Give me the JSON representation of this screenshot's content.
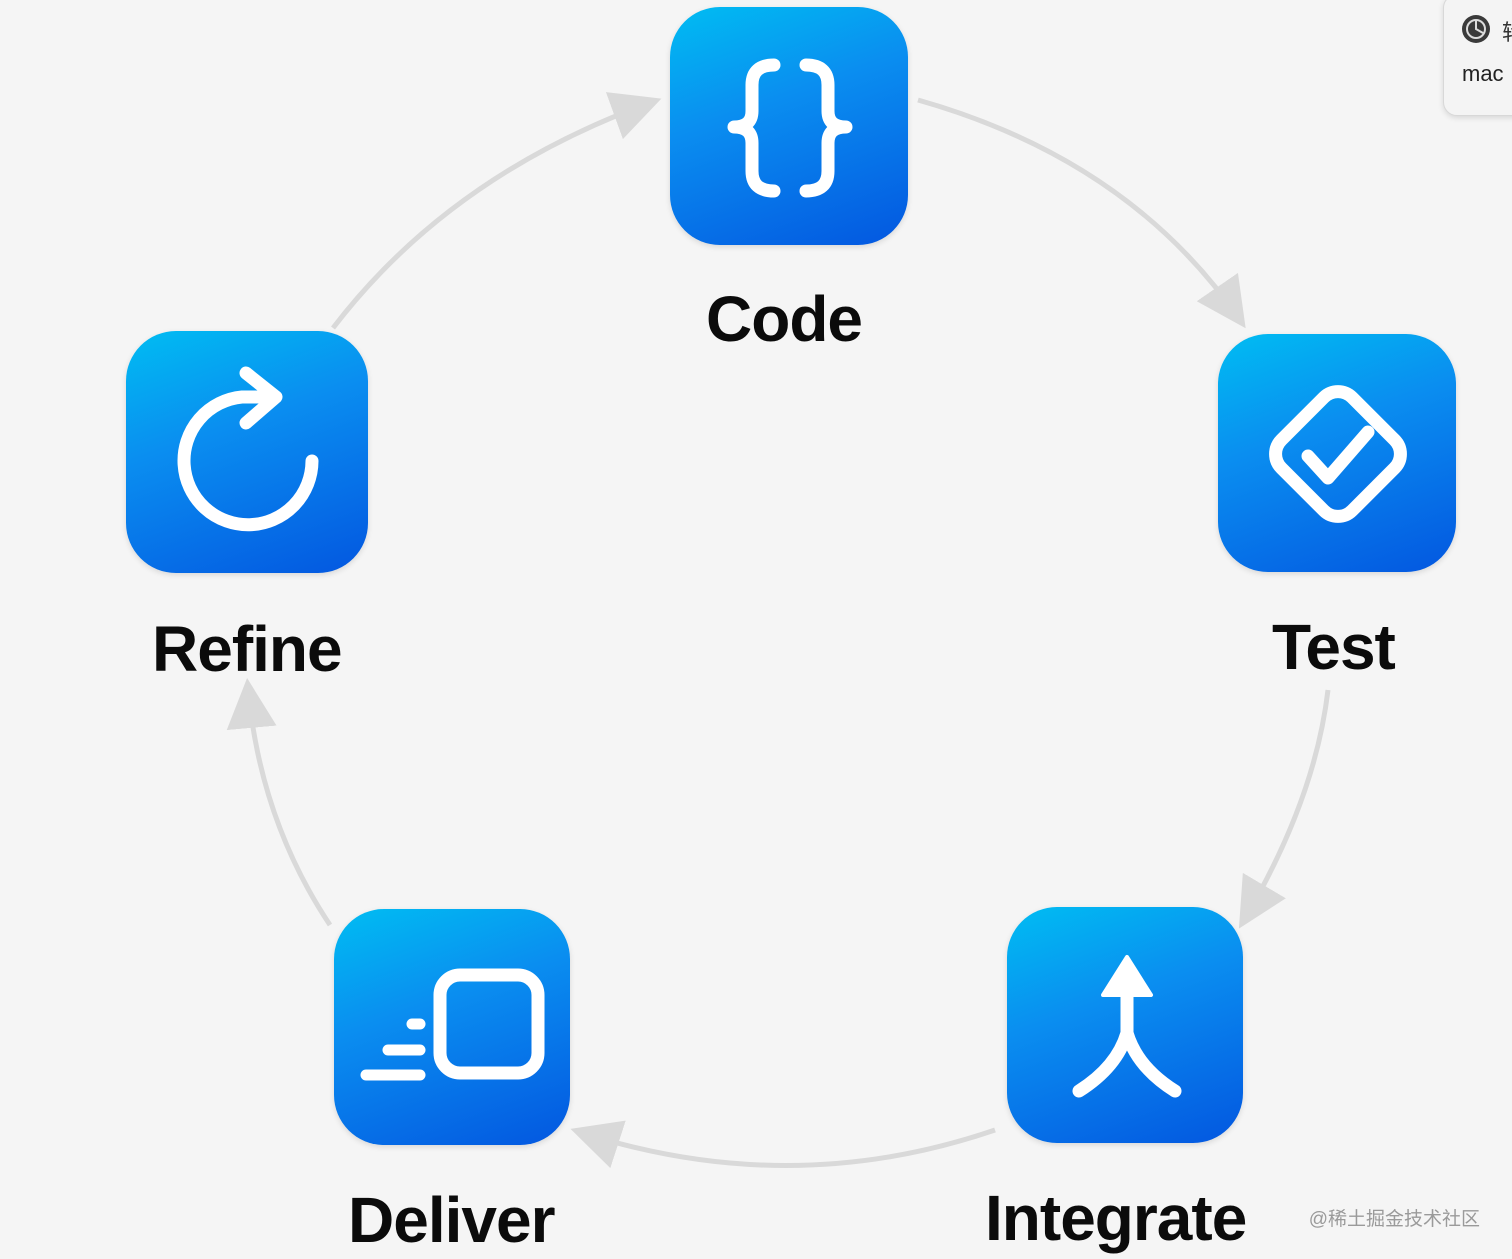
{
  "diagram": {
    "steps": [
      {
        "label": "Code",
        "icon": "curly-braces-icon"
      },
      {
        "label": "Test",
        "icon": "checkmark-diamond-icon"
      },
      {
        "label": "Integrate",
        "icon": "merge-arrow-icon"
      },
      {
        "label": "Deliver",
        "icon": "send-box-icon"
      },
      {
        "label": "Refine",
        "icon": "refresh-icon"
      }
    ],
    "tile_gradient": [
      "#00bdf2",
      "#0357e0"
    ],
    "arrow_color": "#d9d9d9"
  },
  "popup": {
    "icon": "app-icon",
    "title": "转",
    "text": "mac"
  },
  "watermark": "@稀土掘金技术社区"
}
